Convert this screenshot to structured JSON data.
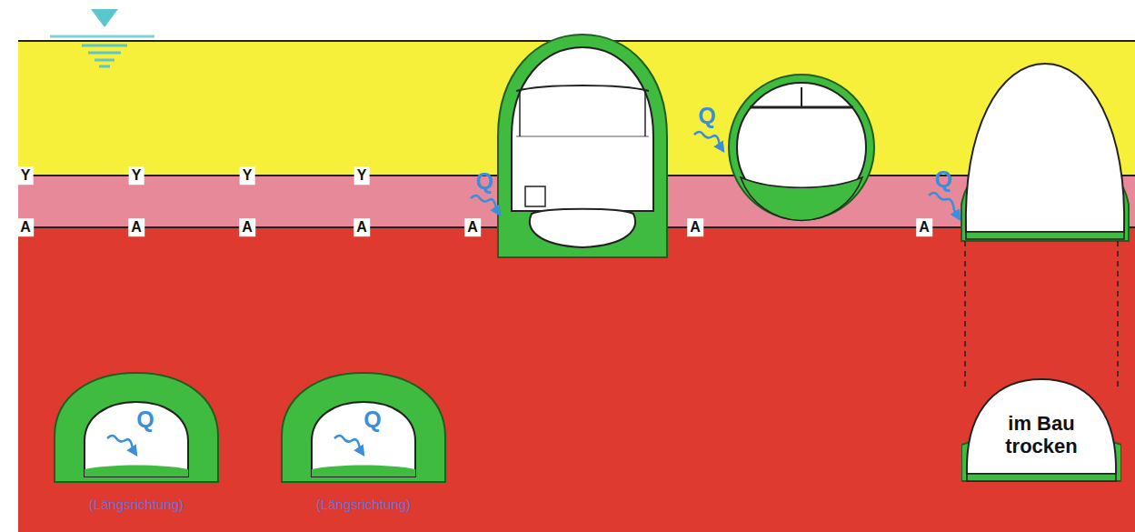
{
  "diagram": {
    "nodes": [
      {
        "text": [
          "im Bau trocken"
        ]
      }
    ],
    "labels": [
      "Q",
      "Q",
      "Q",
      "Y",
      "Y",
      "Y",
      "Y",
      "A",
      "A",
      "A",
      "A",
      "A",
      "A",
      "A",
      "Q",
      "Q",
      "(Längsrichtung)",
      "(Längsrichtung)"
    ]
  }
}
